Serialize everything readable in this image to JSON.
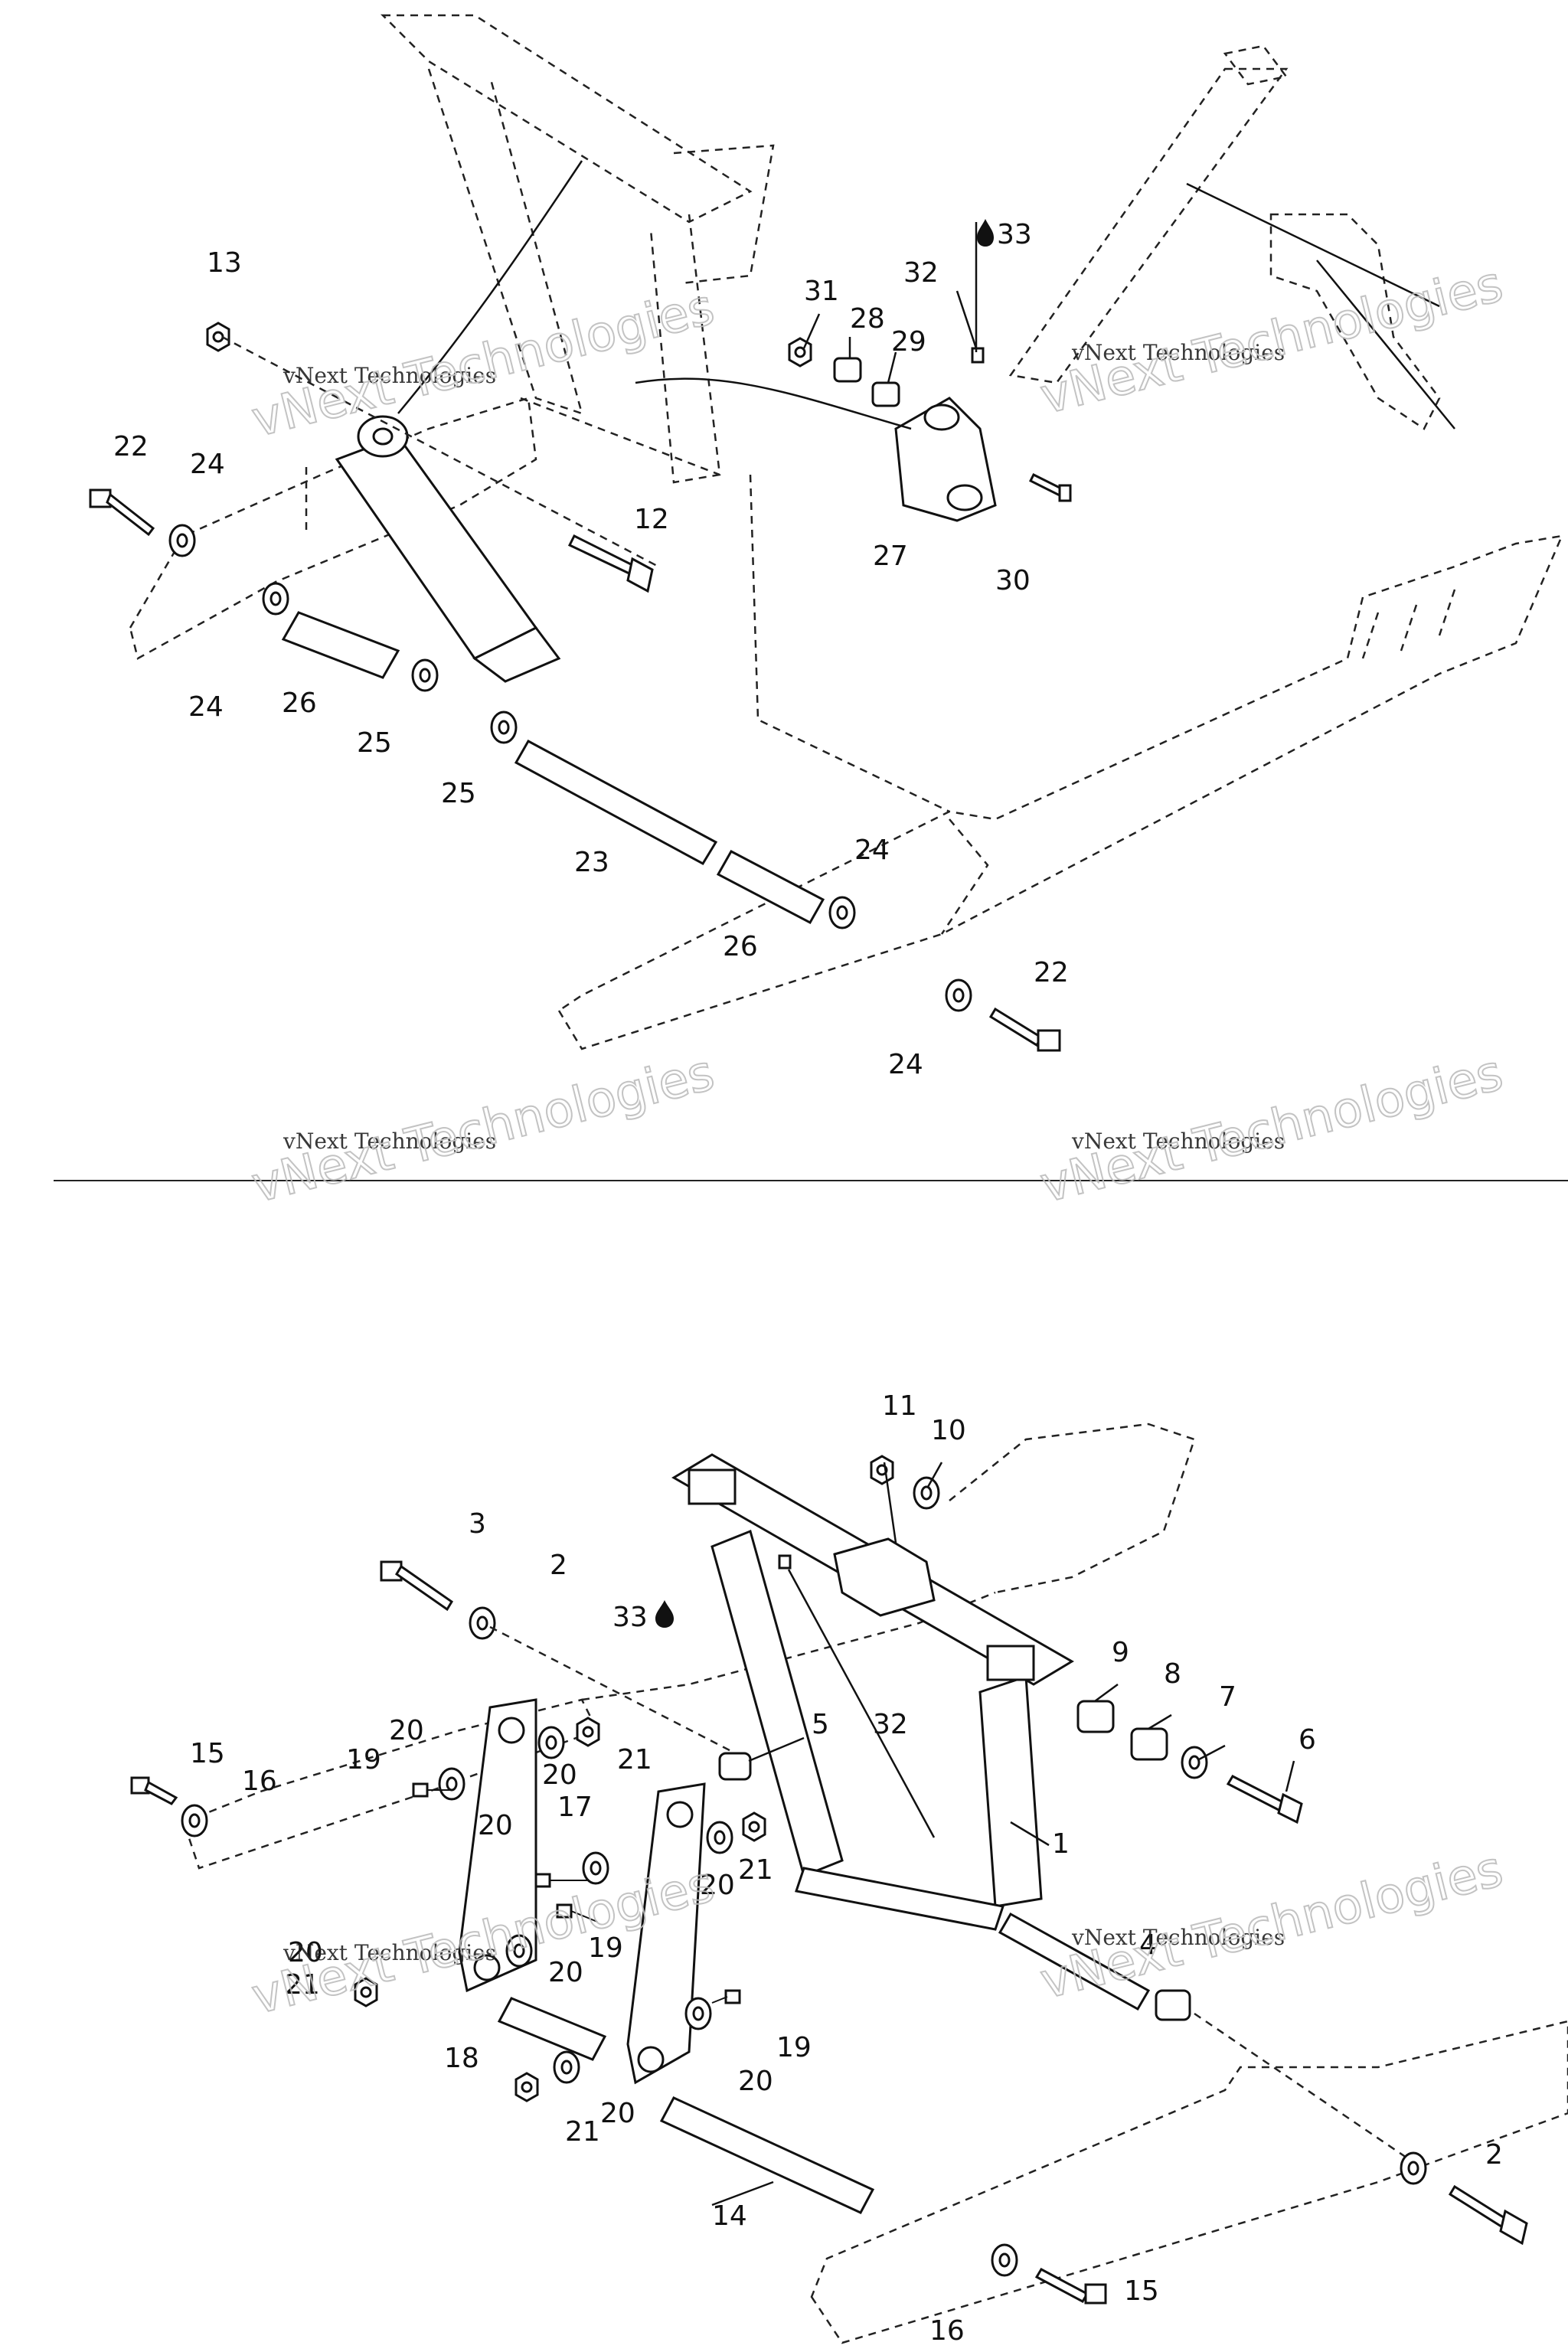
{
  "diagram": {
    "watermark_line1": "vNext Technologies",
    "watermark_line2": "vNext Technologies",
    "upper_callouts": {
      "c13": "13",
      "c22a": "22",
      "c24a": "24",
      "c24b": "24",
      "c26a": "26",
      "c25a": "25",
      "c25b": "25",
      "c12": "12",
      "c23": "23",
      "c26b": "26",
      "c24c": "24",
      "c24d": "24",
      "c22b": "22",
      "c31": "31",
      "c28": "28",
      "c29": "29",
      "c32": "32",
      "c33": "33",
      "c27": "27",
      "c30": "30"
    },
    "lower_callouts": {
      "c11": "11",
      "c10": "10",
      "c3": "3",
      "c2a": "2",
      "c33": "33",
      "c5": "5",
      "c32": "32",
      "c9": "9",
      "c8": "8",
      "c7": "7",
      "c6": "6",
      "c1": "1",
      "c15a": "15",
      "c16a": "16",
      "c19a": "19",
      "c20a": "20",
      "c21a": "21",
      "c20b": "20",
      "c17": "17",
      "c20c": "20",
      "c21b": "21",
      "c20d": "20",
      "c20e": "20",
      "c21c": "21",
      "c20f": "20",
      "c19b": "19",
      "c4": "4",
      "c18": "18",
      "c19c": "19",
      "c20g": "20",
      "c21d": "21",
      "c20h": "20",
      "c14": "14",
      "c2b": "2",
      "c16b": "16",
      "c15b": "15"
    }
  }
}
